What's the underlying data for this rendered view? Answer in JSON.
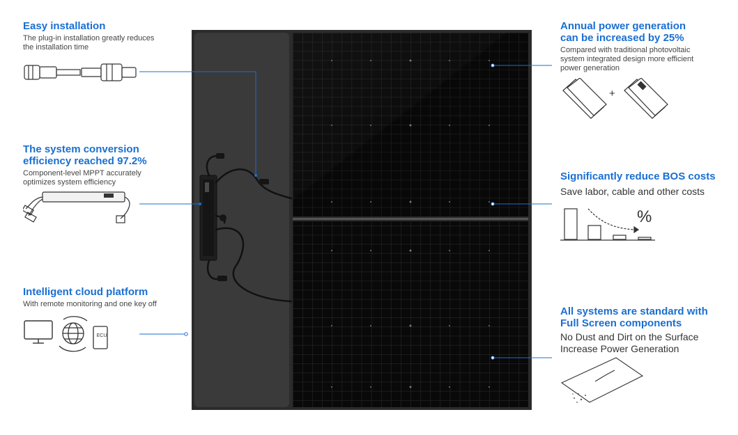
{
  "features": {
    "easy_installation": {
      "title": "Easy installation",
      "desc_lines": [
        "The plug-in installation greatly reduces",
        "the installation time"
      ]
    },
    "conversion": {
      "title_lines": [
        "The system conversion",
        "efficiency reached 97.2%"
      ],
      "desc_lines": [
        "Component-level MPPT accurately",
        "optimizes system efficiency"
      ]
    },
    "cloud": {
      "title": "Intelligent cloud platform",
      "desc": "With remote monitoring and one key off",
      "ecu_label": "ECU"
    },
    "annual_power": {
      "title_lines": [
        "Annual power generation",
        "can be increased by 25%"
      ],
      "desc_lines": [
        "Compared with traditional photovoltaic",
        "system integrated design more efficient",
        "power generation"
      ],
      "plus": "+"
    },
    "bos": {
      "title": "Significantly reduce BOS costs",
      "desc": "Save labor, cable and other costs",
      "percent": "%"
    },
    "full_screen": {
      "title_lines": [
        "All systems are standard with",
        "Full Screen components"
      ],
      "desc_lines": [
        "No Dust and Dirt on the Surface",
        "Increase Power Generation"
      ]
    }
  },
  "colors": {
    "accent": "#1a6fd1",
    "panel_frame": "#2a2a2a",
    "panel_back": "#3a3a3a",
    "cell": "#0b0b0b"
  }
}
